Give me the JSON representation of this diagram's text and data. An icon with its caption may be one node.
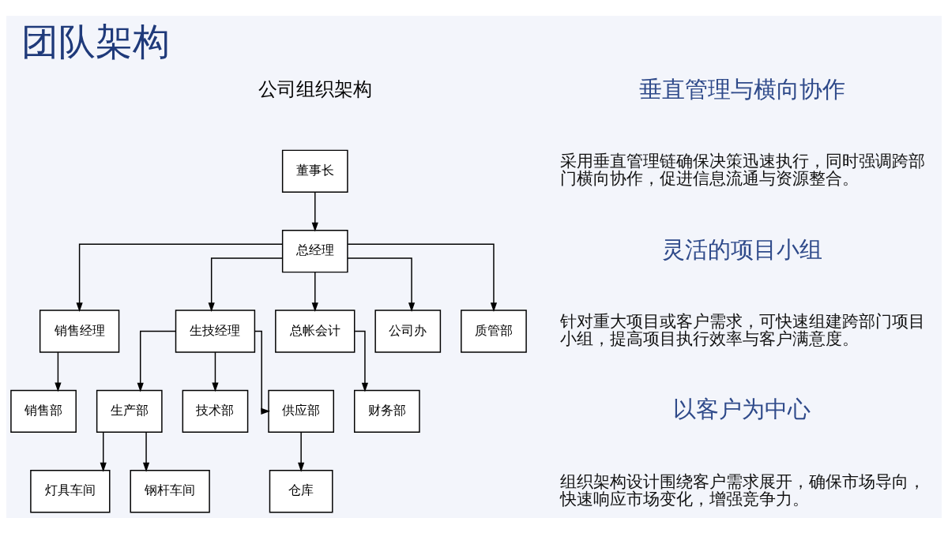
{
  "diagram": {
    "title": "团队架构",
    "nodes": [
      {
        "text": [
          "董事长"
        ]
      },
      {
        "text": [
          "总经理"
        ]
      },
      {
        "text": [
          "销售经理"
        ]
      },
      {
        "text": [
          "生技经理"
        ]
      },
      {
        "text": [
          "总帐会计"
        ]
      },
      {
        "text": [
          "销售部"
        ]
      },
      {
        "text": [
          "生产部"
        ]
      },
      {
        "text": [
          "技术部"
        ]
      },
      {
        "text": [
          "供应部"
        ]
      },
      {
        "text": [
          "财务部"
        ]
      },
      {
        "text": [
          "公司办"
        ]
      },
      {
        "text": [
          "质管部"
        ]
      },
      {
        "text": [
          "灯具车间"
        ]
      },
      {
        "text": [
          "钢杆车间"
        ]
      },
      {
        "text": [
          "仓库"
        ]
      }
    ],
    "edges": [
      {
        "from": 0,
        "to": 1,
        "arrow": "to"
      },
      {
        "from": 1,
        "to": 2,
        "arrow": "to"
      },
      {
        "from": 1,
        "to": 3,
        "arrow": "to"
      },
      {
        "from": 1,
        "to": 4,
        "arrow": "to"
      },
      {
        "from": 1,
        "to": 10,
        "arrow": "to"
      },
      {
        "from": 1,
        "to": 11,
        "arrow": "to"
      },
      {
        "from": 2,
        "to": 5,
        "arrow": "to"
      },
      {
        "from": 3,
        "to": 6,
        "arrow": "to"
      },
      {
        "from": 3,
        "to": 7,
        "arrow": "to"
      },
      {
        "from": 3,
        "to": 8,
        "arrow": "to"
      },
      {
        "from": 4,
        "to": 9,
        "arrow": "to"
      },
      {
        "from": 6,
        "to": 12,
        "arrow": "to"
      },
      {
        "from": 6,
        "to": 13,
        "arrow": "to"
      },
      {
        "from": 8,
        "to": 14,
        "arrow": "to"
      }
    ],
    "labels": [
      "公司组织架构",
      "垂直管理与横向协作",
      "采用垂直管理链确保决策迅速执行，同时强调跨部门横向协作，促进信息流通与资源整合。",
      "灵活的项目小组",
      "针对重大项目或客户需求，可快速组建跨部门项目小组，提高项目执行效率与客户满意度。",
      "以客户为中心",
      "组织架构设计围绕客户需求展开，确保市场导向，快速响应市场变化，增强竞争力。"
    ]
  }
}
